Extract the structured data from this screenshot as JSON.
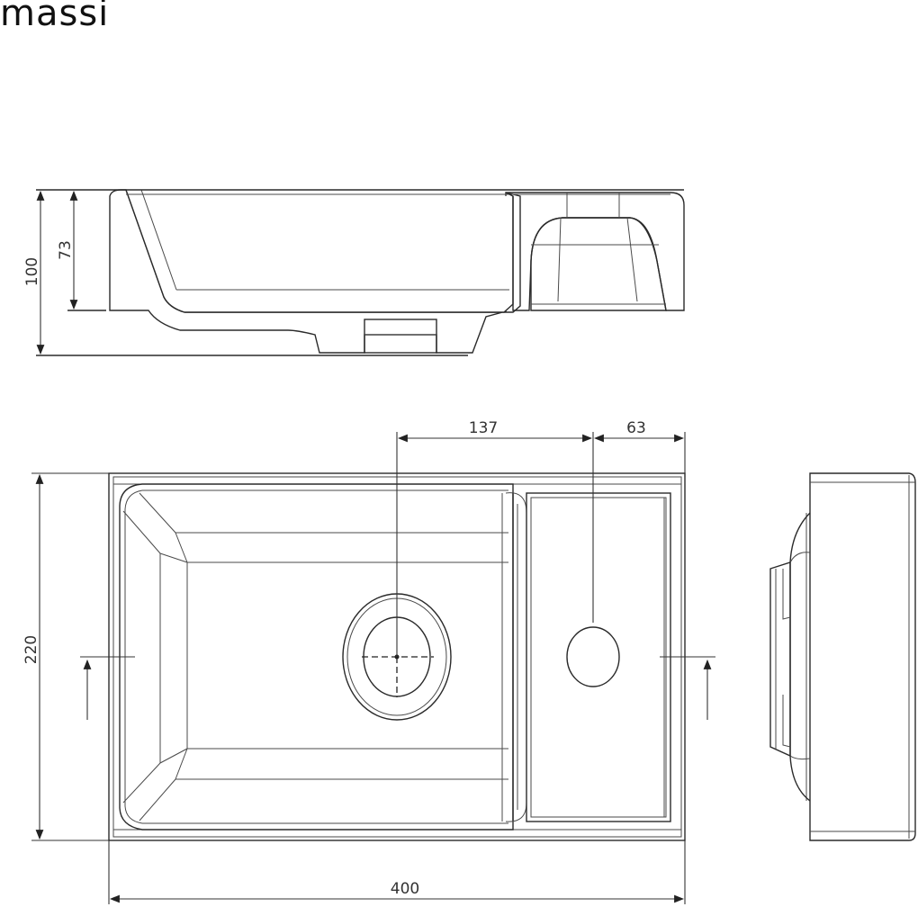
{
  "brand": {
    "logo_text": "massi"
  },
  "drawing": {
    "subject": "wash basin technical drawing",
    "views": [
      "section-view",
      "top-view",
      "side-view"
    ],
    "section_view": {
      "dimensions": {
        "total_height": "100",
        "bowl_depth": "73"
      }
    },
    "top_view": {
      "dimensions": {
        "depth": "220",
        "width": "400",
        "drain_to_tap_hole": "137",
        "tap_hole_to_edge": "63"
      },
      "section_marks": [
        "left-section-arrow",
        "right-section-arrow"
      ]
    }
  },
  "colors": {
    "line": "#2a2a2a",
    "background": "#ffffff"
  }
}
